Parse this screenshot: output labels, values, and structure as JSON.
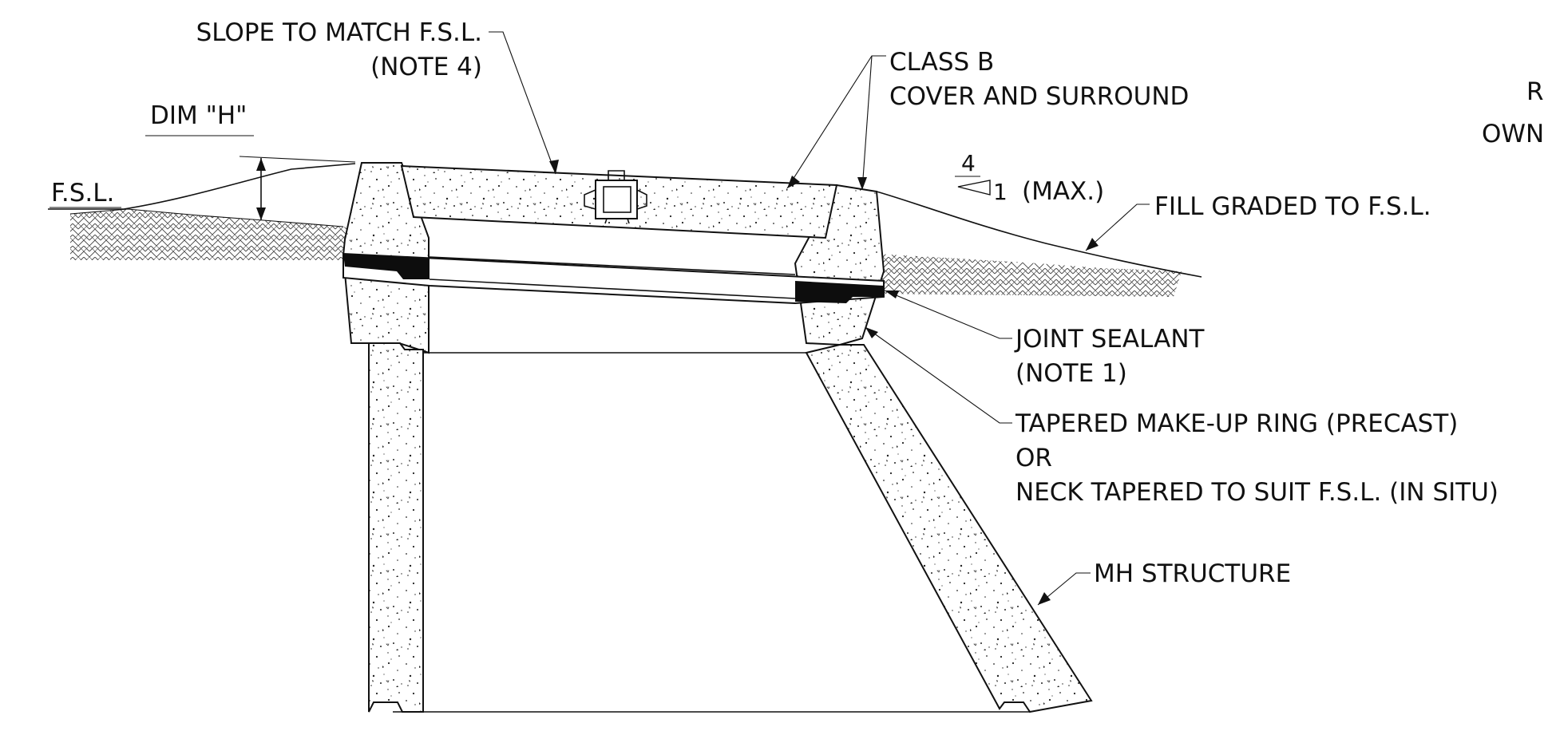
{
  "diagram": {
    "labels": {
      "slope_to_match": "SLOPE TO MATCH F.S.L.",
      "note_4": "(NOTE 4)",
      "dim_h": "DIM \"H\"",
      "fsl": "F.S.L.",
      "class_b": "CLASS B",
      "cover_and_surround": "COVER AND SURROUND",
      "slope_rise": "4",
      "slope_run": "1",
      "slope_max": "(MAX.)",
      "fill_graded": "FILL GRADED TO F.S.L.",
      "joint_sealant": "JOINT SEALANT",
      "note_1": "(NOTE 1)",
      "tapered_ring": "TAPERED MAKE-UP RING (PRECAST)",
      "or": "OR",
      "neck_tapered": "NECK TAPERED TO SUIT F.S.L. (IN SITU)",
      "mh_structure": "MH STRUCTURE",
      "edge_r": "R",
      "edge_own": "OWN"
    },
    "colors": {
      "ink": "#111111",
      "concrete": "#ffffff",
      "sealant": "#0d0d0d"
    }
  }
}
